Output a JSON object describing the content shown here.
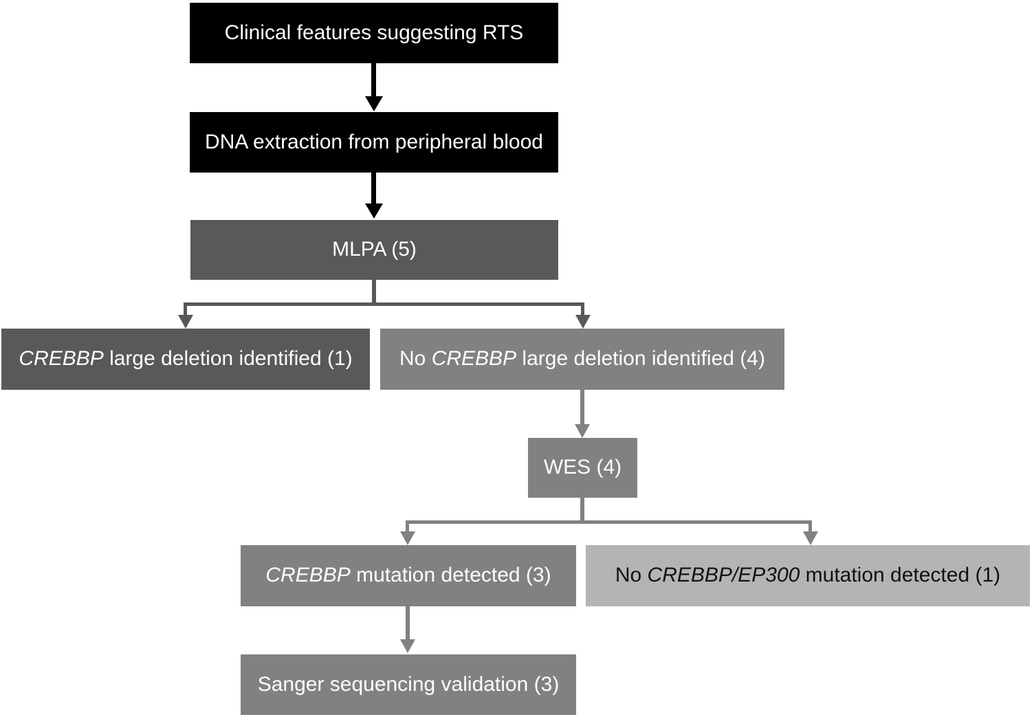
{
  "colors": {
    "black_box": "#000000",
    "dark_gray_box": "#595959",
    "mid_gray_box": "#818181",
    "light_gray_box": "#b4b4b4",
    "white_text": "#ffffff",
    "dark_text": "#111111"
  },
  "nodes": {
    "clinical": {
      "segments": [
        {
          "text": "Clinical features suggesting RTS"
        }
      ]
    },
    "dna": {
      "segments": [
        {
          "text": "DNA extraction from peripheral blood"
        }
      ]
    },
    "mlpa": {
      "segments": [
        {
          "text": "MLPA (5)"
        }
      ]
    },
    "crebbp_deletion": {
      "segments": [
        {
          "text": "CREBBP",
          "italic": true
        },
        {
          "text": " large deletion identified (1)"
        }
      ]
    },
    "no_crebbp_deletion": {
      "segments": [
        {
          "text": "No "
        },
        {
          "text": "CREBBP",
          "italic": true
        },
        {
          "text": " large deletion identified (4)"
        }
      ]
    },
    "wes": {
      "segments": [
        {
          "text": "WES (4)"
        }
      ]
    },
    "crebbp_mutation": {
      "segments": [
        {
          "text": "CREBBP",
          "italic": true
        },
        {
          "text": " mutation detected (3)"
        }
      ]
    },
    "no_mutation": {
      "segments": [
        {
          "text": "No "
        },
        {
          "text": "CREBBP/EP300",
          "italic": true
        },
        {
          "text": " mutation detected (1)"
        }
      ]
    },
    "sanger": {
      "segments": [
        {
          "text": "Sanger sequencing validation (3)"
        }
      ]
    }
  }
}
